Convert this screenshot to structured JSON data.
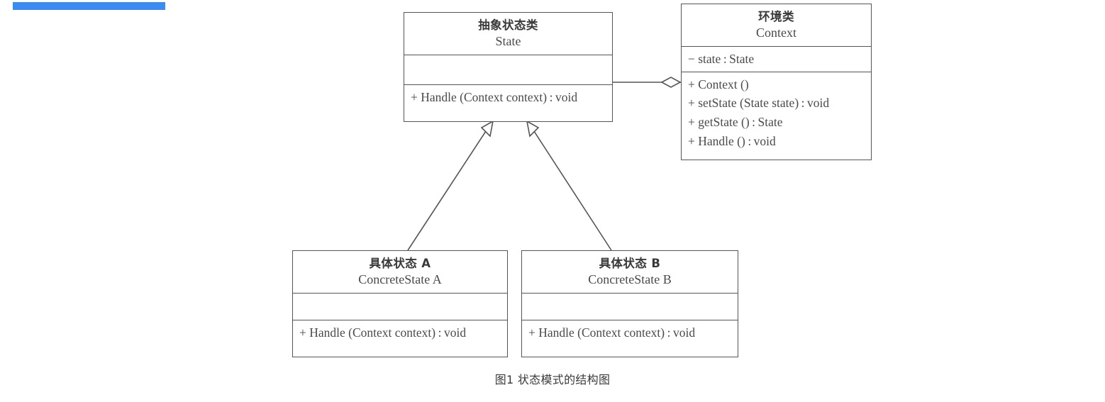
{
  "figure": {
    "caption": "图1 状态模式的结构图",
    "highlight_color": "#3b8bf5",
    "line_color": "#555555",
    "text_color": "#3a3a3a",
    "background": "#ffffff"
  },
  "classes": {
    "state": {
      "name_cjk": "抽象状态类",
      "name_en": "State",
      "attributes": [],
      "operations": [
        "+ Handle (Context context) : void"
      ]
    },
    "context": {
      "name_cjk": "环境类",
      "name_en": "Context",
      "attributes": [
        "− state : State"
      ],
      "operations": [
        "+ Context ()",
        "+ setState (State state) : void",
        "+ getState () : State",
        "+ Handle () : void"
      ]
    },
    "concrete_state_a": {
      "name_cjk": "具体状态 A",
      "name_en": "ConcreteState A",
      "attributes": [],
      "operations": [
        "+ Handle (Context context) : void"
      ]
    },
    "concrete_state_b": {
      "name_cjk": "具体状态 B",
      "name_en": "ConcreteState B",
      "attributes": [],
      "operations": [
        "+ Handle (Context context) : void"
      ]
    }
  },
  "relationships": [
    {
      "id": "aggregation-context-state",
      "type": "aggregation",
      "from": "context",
      "to": "state",
      "marker": "hollow-diamond"
    },
    {
      "id": "generalization-a-state",
      "type": "generalization",
      "from": "concrete_state_a",
      "to": "state",
      "marker": "hollow-triangle"
    },
    {
      "id": "generalization-b-state",
      "type": "generalization",
      "from": "concrete_state_b",
      "to": "state",
      "marker": "hollow-triangle"
    }
  ]
}
